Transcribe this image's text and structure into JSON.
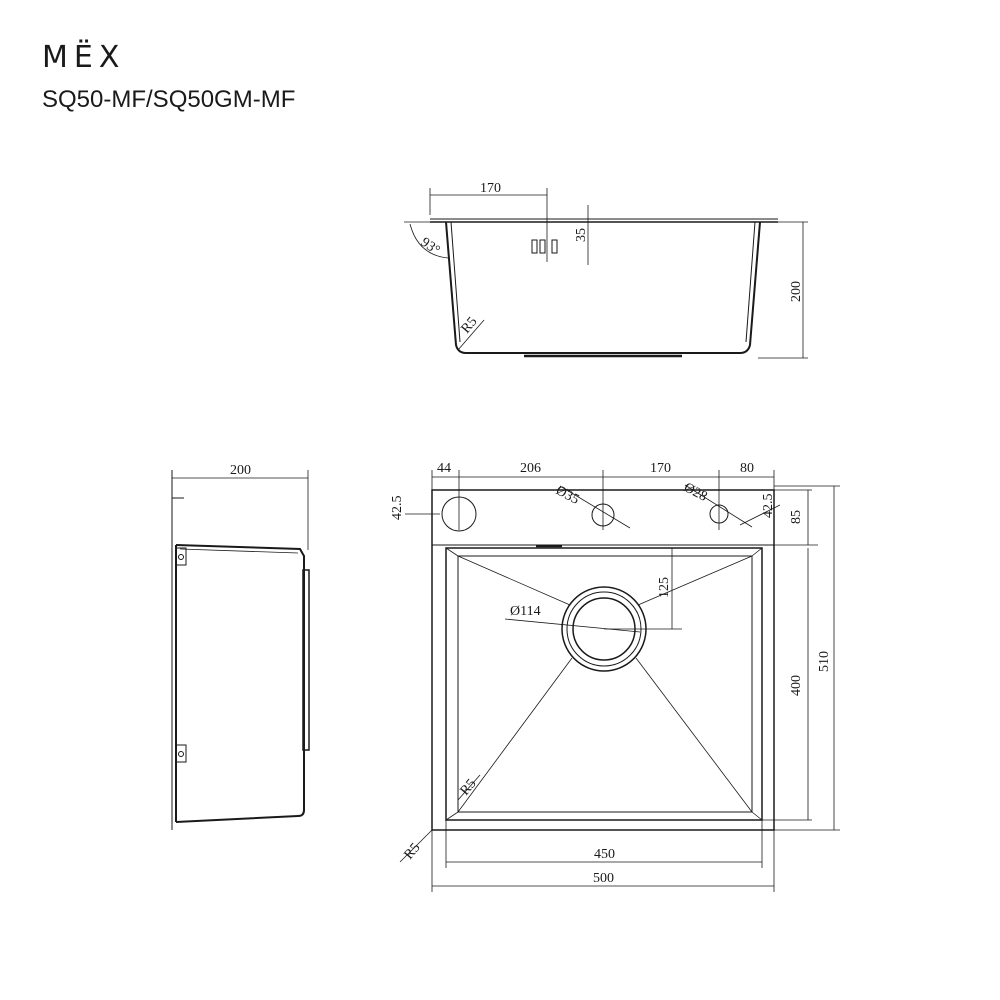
{
  "brand": {
    "logo_text": "MËX",
    "model": "SQ50-MF/SQ50GM-MF"
  },
  "dimensions": {
    "front": {
      "width_170": "170",
      "depth_35": "35",
      "height_200": "200",
      "angle_93": "93°",
      "radius_r5": "R5"
    },
    "side": {
      "width_200": "200"
    },
    "top": {
      "d44": "44",
      "d206": "206",
      "d170": "170",
      "d80": "80",
      "d42_5_left": "42.5",
      "d42_5_right": "42.5",
      "dia35": "Ø35",
      "dia28": "Ø28",
      "d85": "85",
      "d125": "125",
      "dia114": "Ø114",
      "d400": "400",
      "d510": "510",
      "r5_inner": "R5",
      "r5_outer": "R5",
      "d450": "450",
      "d500": "500"
    }
  }
}
